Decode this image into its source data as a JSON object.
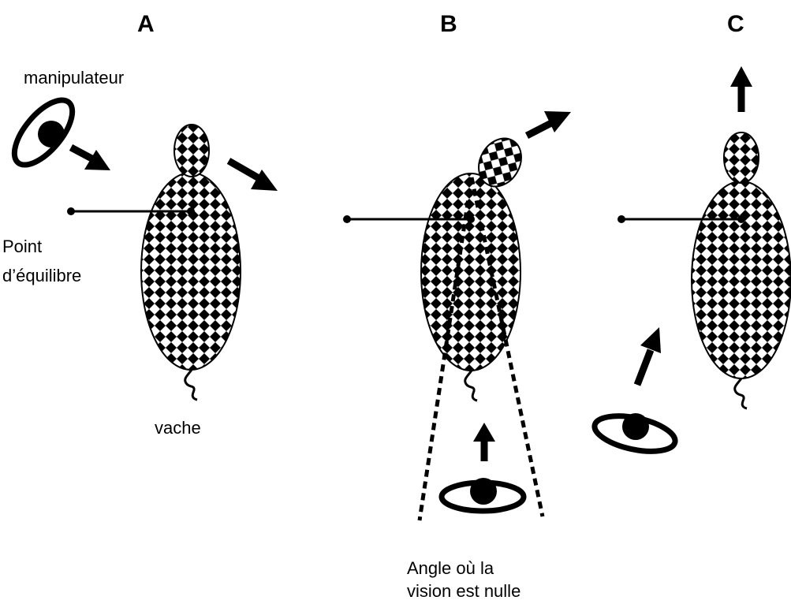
{
  "panels": [
    {
      "letter": "A"
    },
    {
      "letter": "B"
    },
    {
      "letter": "C"
    }
  ],
  "labels": {
    "handler": "manipulateur",
    "balance_point_line1": "Point",
    "balance_point_line2": "d’équilibre",
    "cow": "vache",
    "blind_angle_line1": "Angle où la",
    "blind_angle_line2": "vision est nulle"
  },
  "colors": {
    "ink": "#000000",
    "background": "#ffffff"
  }
}
